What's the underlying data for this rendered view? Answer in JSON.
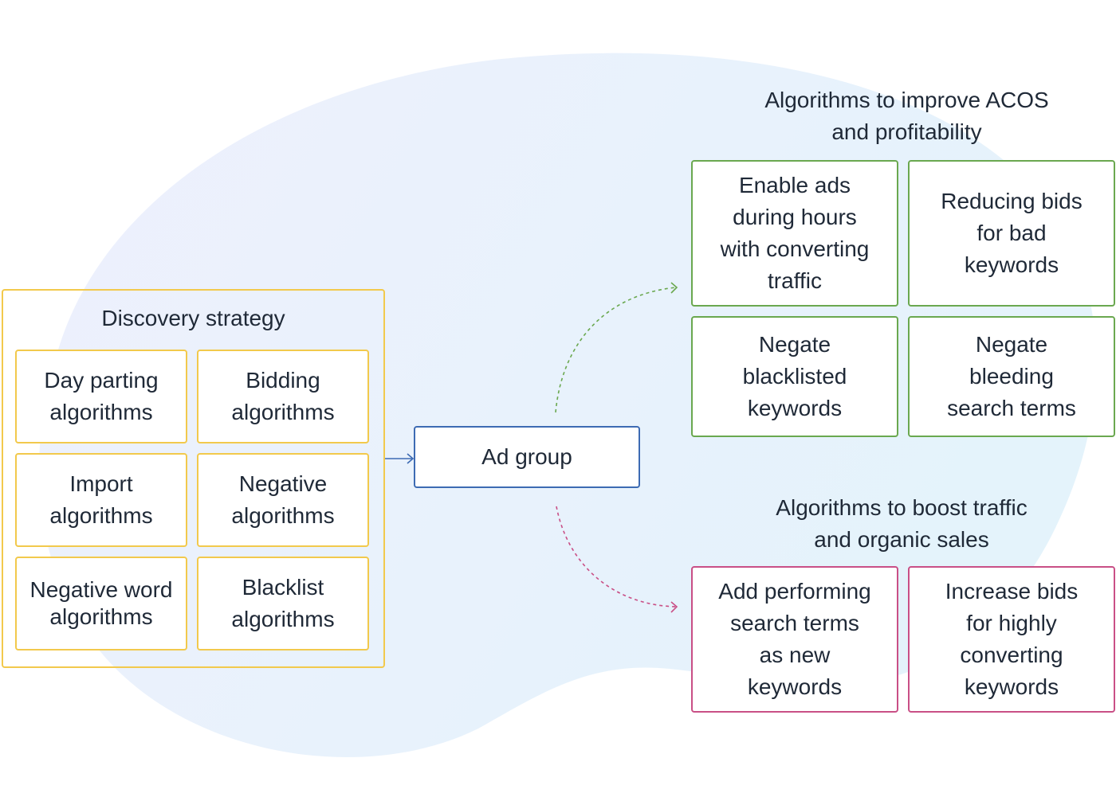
{
  "discovery": {
    "title": "Discovery strategy",
    "items": [
      "Day parting\nalgorithms",
      "Bidding\nalgorithms",
      "Import\nalgorithms",
      "Negative\nalgorithms",
      "Negative word\nalgorithms",
      "Blacklist\nalgorithms"
    ]
  },
  "center": {
    "label": "Ad group"
  },
  "acos_group": {
    "title": "Algorithms to improve ACOS\nand profitability",
    "items": [
      "Enable ads\nduring hours\nwith converting\ntraffic",
      "Reducing bids\nfor bad\nkeywords",
      "Negate\nblacklisted\nkeywords",
      "Negate\nbleeding\nsearch terms"
    ]
  },
  "traffic_group": {
    "title": "Algorithms to boost traffic\nand organic sales",
    "items": [
      "Add performing\nsearch terms\nas new\nkeywords",
      "Increase bids\nfor highly\nconverting\nkeywords"
    ]
  },
  "colors": {
    "discovery_border": "#f2c94c",
    "acos_border": "#6aa84f",
    "traffic_border": "#c94f86",
    "center_border": "#3d6bb3",
    "background_blob": "#eaf1ff"
  }
}
